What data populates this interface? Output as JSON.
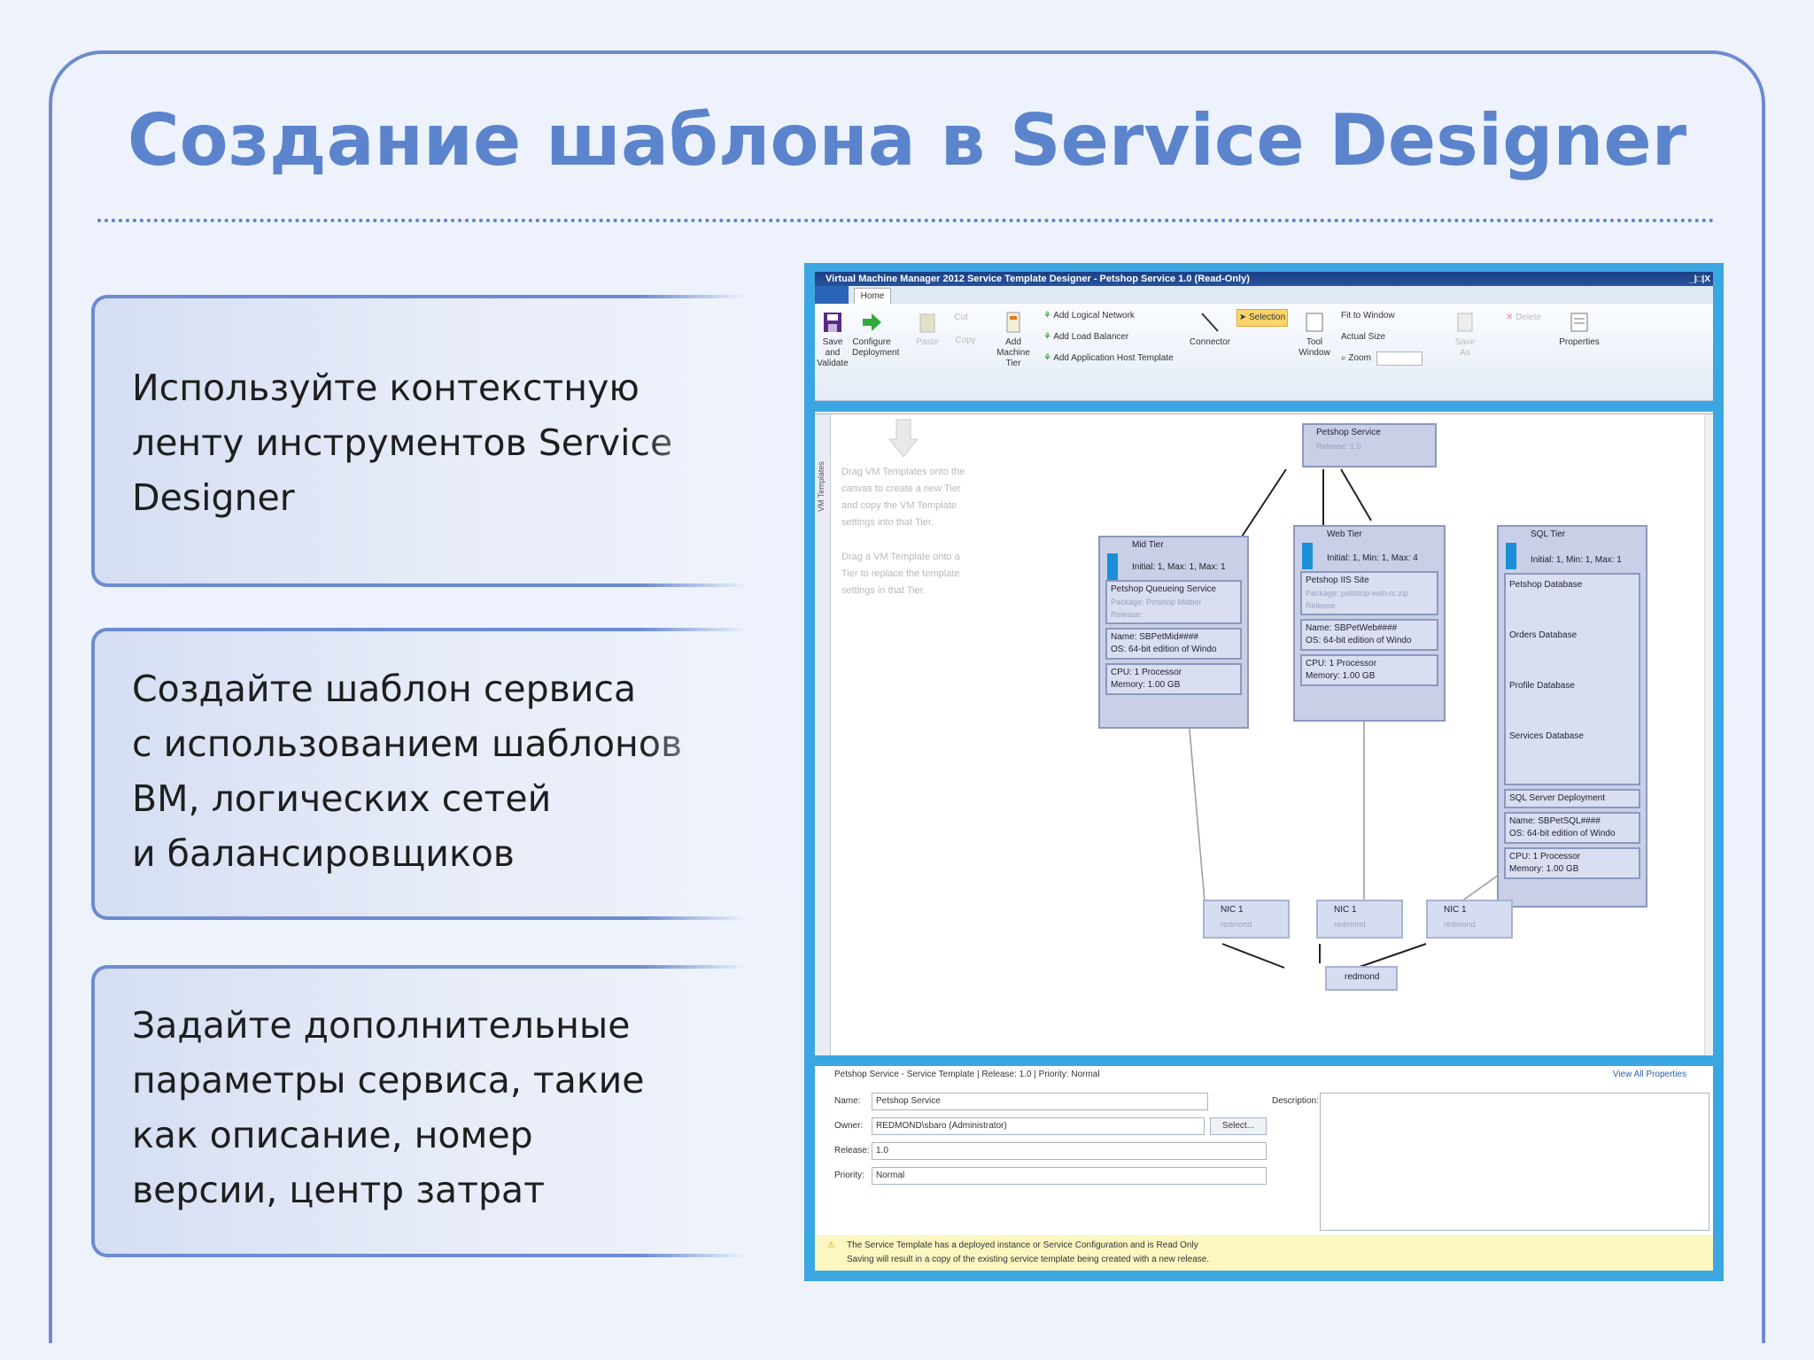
{
  "slide": {
    "title": "Создание шаблона в Service Designer"
  },
  "bullets": [
    {
      "lines": [
        "Используйте контекстную",
        "ленту инструментов Service",
        "Designer"
      ]
    },
    {
      "lines": [
        "Создайте шаблон сервиса",
        "с использованием шаблонов",
        "ВМ, логических сетей",
        "и балансировщиков"
      ]
    },
    {
      "lines": [
        "Задайте дополнительные",
        "параметры сервиса, такие",
        "как описание, номер",
        "версии, центр затрат"
      ]
    }
  ],
  "screenshot": {
    "window_title": "Virtual Machine Manager 2012 Service Template Designer - Petshop Service 1.0 (Read-Only)",
    "window_buttons": "_|□|X",
    "tab_home": "Home",
    "ribbon": {
      "save_validate": "Save and Validate",
      "configure_deployment": "Configure Deployment",
      "paste": "Paste",
      "cut": "Cut",
      "copy": "Copy",
      "add_machine_tier": "Add Machine Tier",
      "add_logical_network": "Add Logical Network",
      "add_load_balancer": "Add Load Balancer",
      "add_app_host_template": "Add Application Host Template",
      "connector": "Connector",
      "selection": "Selection",
      "tool_window": "Tool Window",
      "fit_to_window": "Fit to Window",
      "actual_size": "Actual Size",
      "zoom": "Zoom",
      "save_as": "Save As",
      "delete": "Delete",
      "properties": "Properties"
    },
    "canvas": {
      "sidebar_label": "VM Templates",
      "hint1": [
        "Drag VM Templates onto the",
        "canvas to create a new Tier",
        "and copy the VM Template",
        "settings into that Tier."
      ],
      "hint2": [
        "Drag a VM Template onto a",
        "Tier to replace the template",
        "settings in that Tier."
      ],
      "service": {
        "name": "Petshop Service",
        "release": "Release: 1.0"
      },
      "tiers": [
        {
          "name": "Mid Tier",
          "instances": "Initial: 1, Max: 1, Max: 1",
          "app": "Petshop Queueing Service",
          "app_sub": "Package: Petshop Midtier",
          "app_sub2": "Release:",
          "vm_name": "Name: SBPetMid####",
          "os": "OS:    64-bit edition of Windo",
          "cpu": "CPU:     1 Processor",
          "memory": "Memory: 1.00 GB"
        },
        {
          "name": "Web Tier",
          "instances": "Initial: 1, Min: 1, Max: 4",
          "app": "Petshop IIS Site",
          "app_sub": "Package: petshop-web-rc.zip",
          "app_sub2": "Release:",
          "vm_name": "Name: SBPetWeb####",
          "os": "OS:    64-bit edition of Windo",
          "cpu": "CPU:     1 Processor",
          "memory": "Memory: 1.00 GB"
        },
        {
          "name": "SQL Tier",
          "instances": "Initial: 1, Min: 1, Max: 1",
          "dbs": [
            "Petshop Database",
            "Orders Database",
            "Profile Database",
            "Services Database"
          ],
          "deployment": "SQL Server Deployment",
          "vm_name": "Name: SBPetSQL####",
          "os": "OS:    64-bit edition of Windo",
          "cpu": "CPU:     1 Processor",
          "memory": "Memory: 1.00 GB"
        }
      ],
      "nics": [
        {
          "name": "NIC 1",
          "sub": "redmond"
        },
        {
          "name": "NIC 1",
          "sub": "redmond"
        },
        {
          "name": "NIC 1",
          "sub": "redmond"
        }
      ],
      "network": "redmond"
    },
    "properties": {
      "header": "Petshop Service - Service Template | Release: 1.0 | Priority: Normal",
      "view_all": "View All Properties",
      "name_label": "Name:",
      "name_value": "Petshop Service",
      "owner_label": "Owner:",
      "owner_value": "REDMOND\\sbaro (Administrator)",
      "select_label": "Select...",
      "release_label": "Release:",
      "release_value": "1.0",
      "priority_label": "Priority:",
      "priority_value": "Normal",
      "description_label": "Description:",
      "warning_line1": "The Service Template has a deployed instance or Service Configuration and is Read Only",
      "warning_line2": "Saving will result in a copy of the existing service template being created with a new release."
    }
  }
}
